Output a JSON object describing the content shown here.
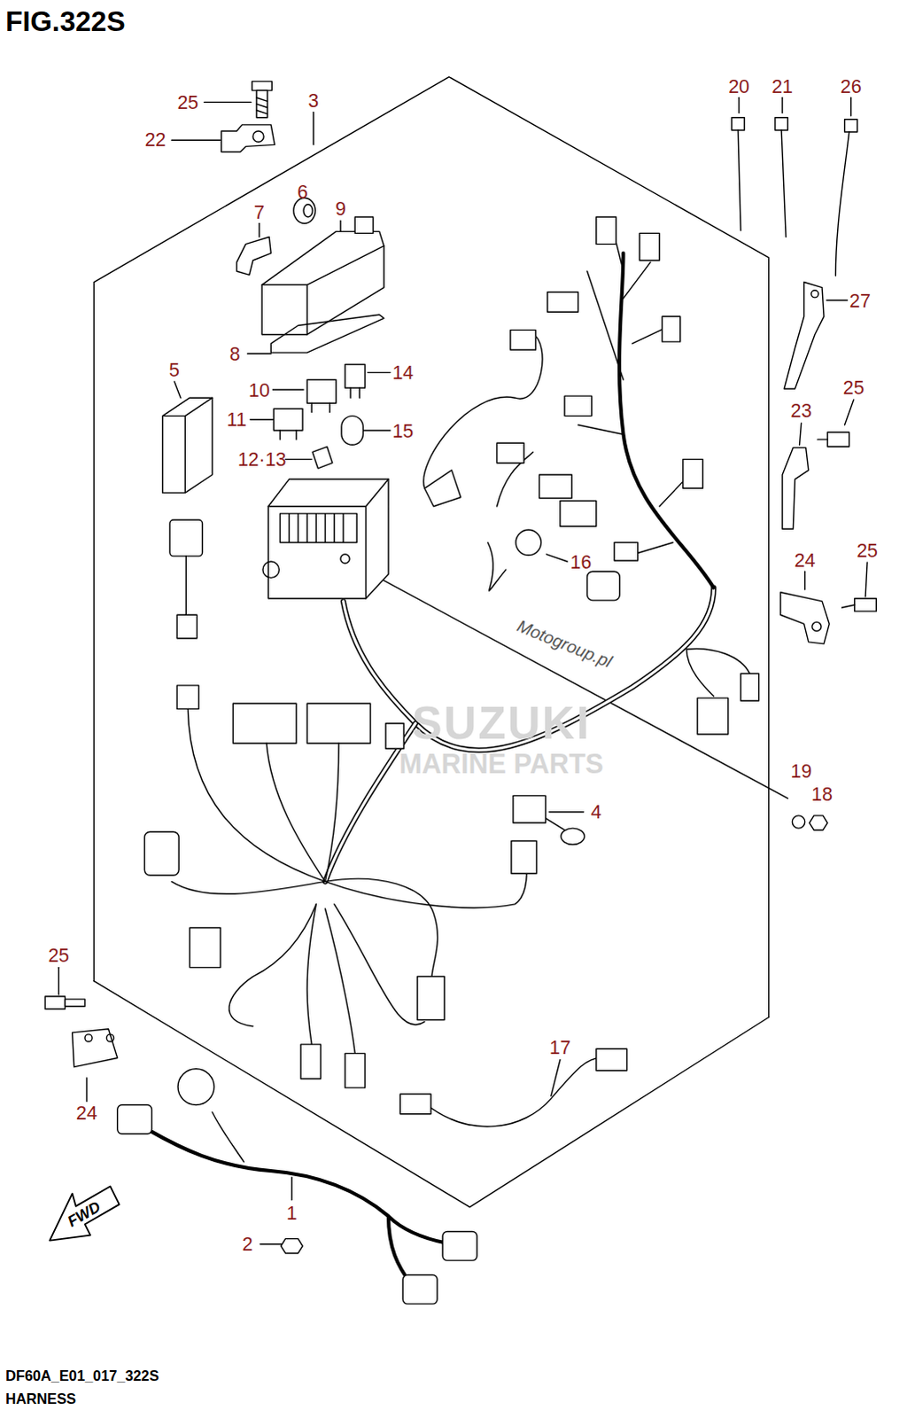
{
  "diagram": {
    "title": "FIG.322S",
    "labels": [
      "25",
      "3",
      "22",
      "20",
      "21",
      "26",
      "6",
      "9",
      "7",
      "27",
      "8",
      "5",
      "10",
      "14",
      "25",
      "23",
      "11",
      "15",
      "12·13",
      "16",
      "24",
      "25",
      "Motogroup.pl",
      "SUZUKI",
      "MARINE PARTS",
      "19",
      "18",
      "4",
      "25",
      "17",
      "24",
      "1",
      "2",
      "FWD",
      "DF60A_E01_017_322S",
      "HARNESS"
    ]
  }
}
